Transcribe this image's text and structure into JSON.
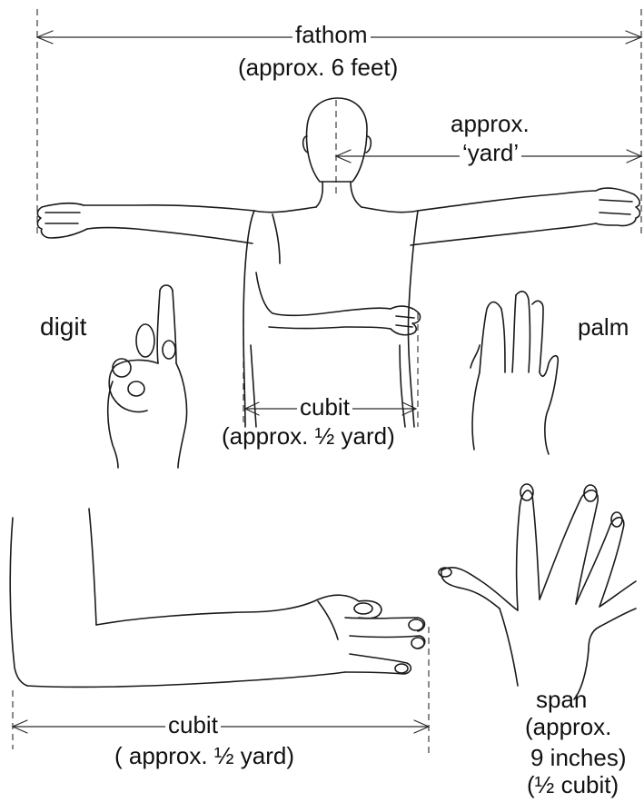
{
  "labels": {
    "fathom": "fathom",
    "fathom_note": "(approx. 6 feet)",
    "yard_top": "approx.",
    "yard_bottom": "‘yard’",
    "digit": "digit",
    "palm": "palm",
    "cubit_upper": "cubit",
    "cubit_upper_note": "(approx. ½ yard)",
    "cubit_lower": "cubit",
    "cubit_lower_note": "( approx. ½ yard)",
    "span": "span",
    "span_note1": "(approx.",
    "span_note2": "9 inches)",
    "span_note3": "(½ cubit)"
  },
  "colors": {
    "ink": "#1a1a1a",
    "background": "#ffffff"
  }
}
